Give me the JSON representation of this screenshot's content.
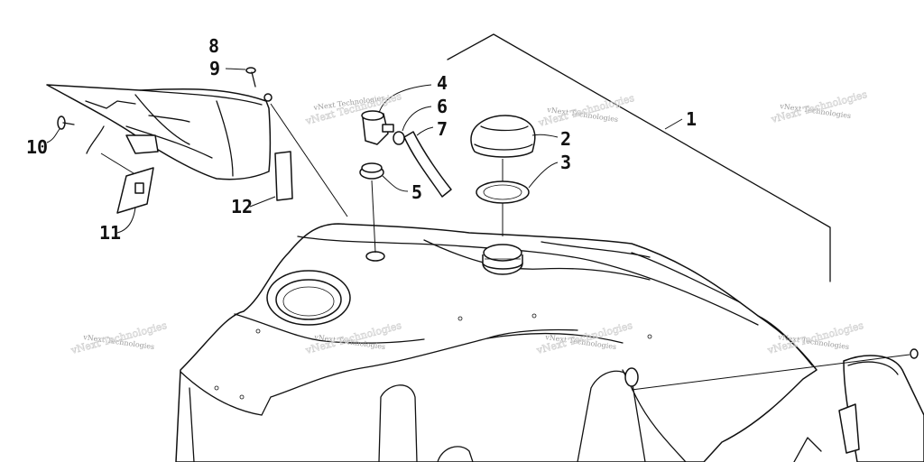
{
  "watermark": "vNext Technologies",
  "callouts": [
    {
      "id": "1",
      "label": "1"
    },
    {
      "id": "2",
      "label": "2"
    },
    {
      "id": "3",
      "label": "3"
    },
    {
      "id": "4",
      "label": "4"
    },
    {
      "id": "5",
      "label": "5"
    },
    {
      "id": "6",
      "label": "6"
    },
    {
      "id": "7",
      "label": "7"
    },
    {
      "id": "8",
      "label": "8"
    },
    {
      "id": "9",
      "label": "9"
    },
    {
      "id": "10",
      "label": "10"
    },
    {
      "id": "11",
      "label": "11"
    },
    {
      "id": "12",
      "label": "12"
    }
  ]
}
